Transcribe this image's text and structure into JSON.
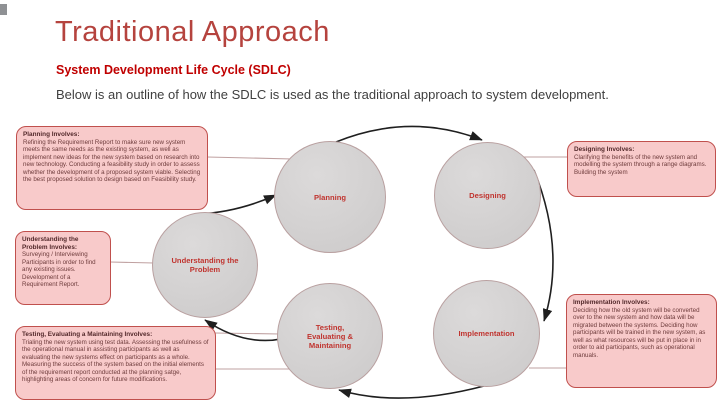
{
  "slide": {
    "title": "Traditional Approach",
    "subtitle": "System Development Life Cycle (SDLC)",
    "intro": "Below is an outline of how the SDLC is used as the traditional approach to system development."
  },
  "nodes": {
    "planning": {
      "label": "Planning"
    },
    "designing": {
      "label": "Designing"
    },
    "understanding": {
      "label": "Understanding the Problem"
    },
    "testing": {
      "label": "Testing, Evaluating & Maintaining"
    },
    "implementation": {
      "label": "Implementation"
    }
  },
  "callouts": {
    "planning": {
      "title": "Planning Involves:",
      "body": "Refining the Requirement Report to make sure new system meets the same needs as the existing system, as well as implement new ideas for the new system based on research into new technology. Conducting a feasibility study in order to assess whether the development of a proposed system viable. Selecting the best proposed solution to design based on Feasibility study."
    },
    "understanding": {
      "title": "Understanding the Problem Involves:",
      "body": "Surveying / Interviewing Participants in order to find any existing issues. Development of a Requirement Report."
    },
    "testing": {
      "title": "Testing, Evaluating a Maintaining Involves:",
      "body": "Trialing the new system using test data. Assessing the usefulness of the operational manual in assisting participants as well as evaluating the new systems effect on participants as a whole. Measuring the success of the system based on the initial elements of the requirement report conducted at the planning satge, highlighting areas of concern for future modifications."
    },
    "designing": {
      "title": "Designing Involves:",
      "body": "Clarifying the benefits of the new system and modelling the system through a range diagrams. Building the system"
    },
    "implementation": {
      "title": "Implementation Involves:",
      "body": "Deciding how the old system will be converted over to the new system and how data will be migrated between the systems. Deciding how participants will be trained in the new system, as well as what resources will be put in place in in order to aid participants, such as operational manuals."
    }
  },
  "colors": {
    "title_red": "#b5433e",
    "accent_red": "#c00000",
    "box_fill": "#f8caca",
    "box_border": "#c0504d",
    "circle_border": "#b9a0a0",
    "node_red": "#c0342f",
    "connector": "#bfa0a0",
    "arrow": "#1f1f1f"
  }
}
